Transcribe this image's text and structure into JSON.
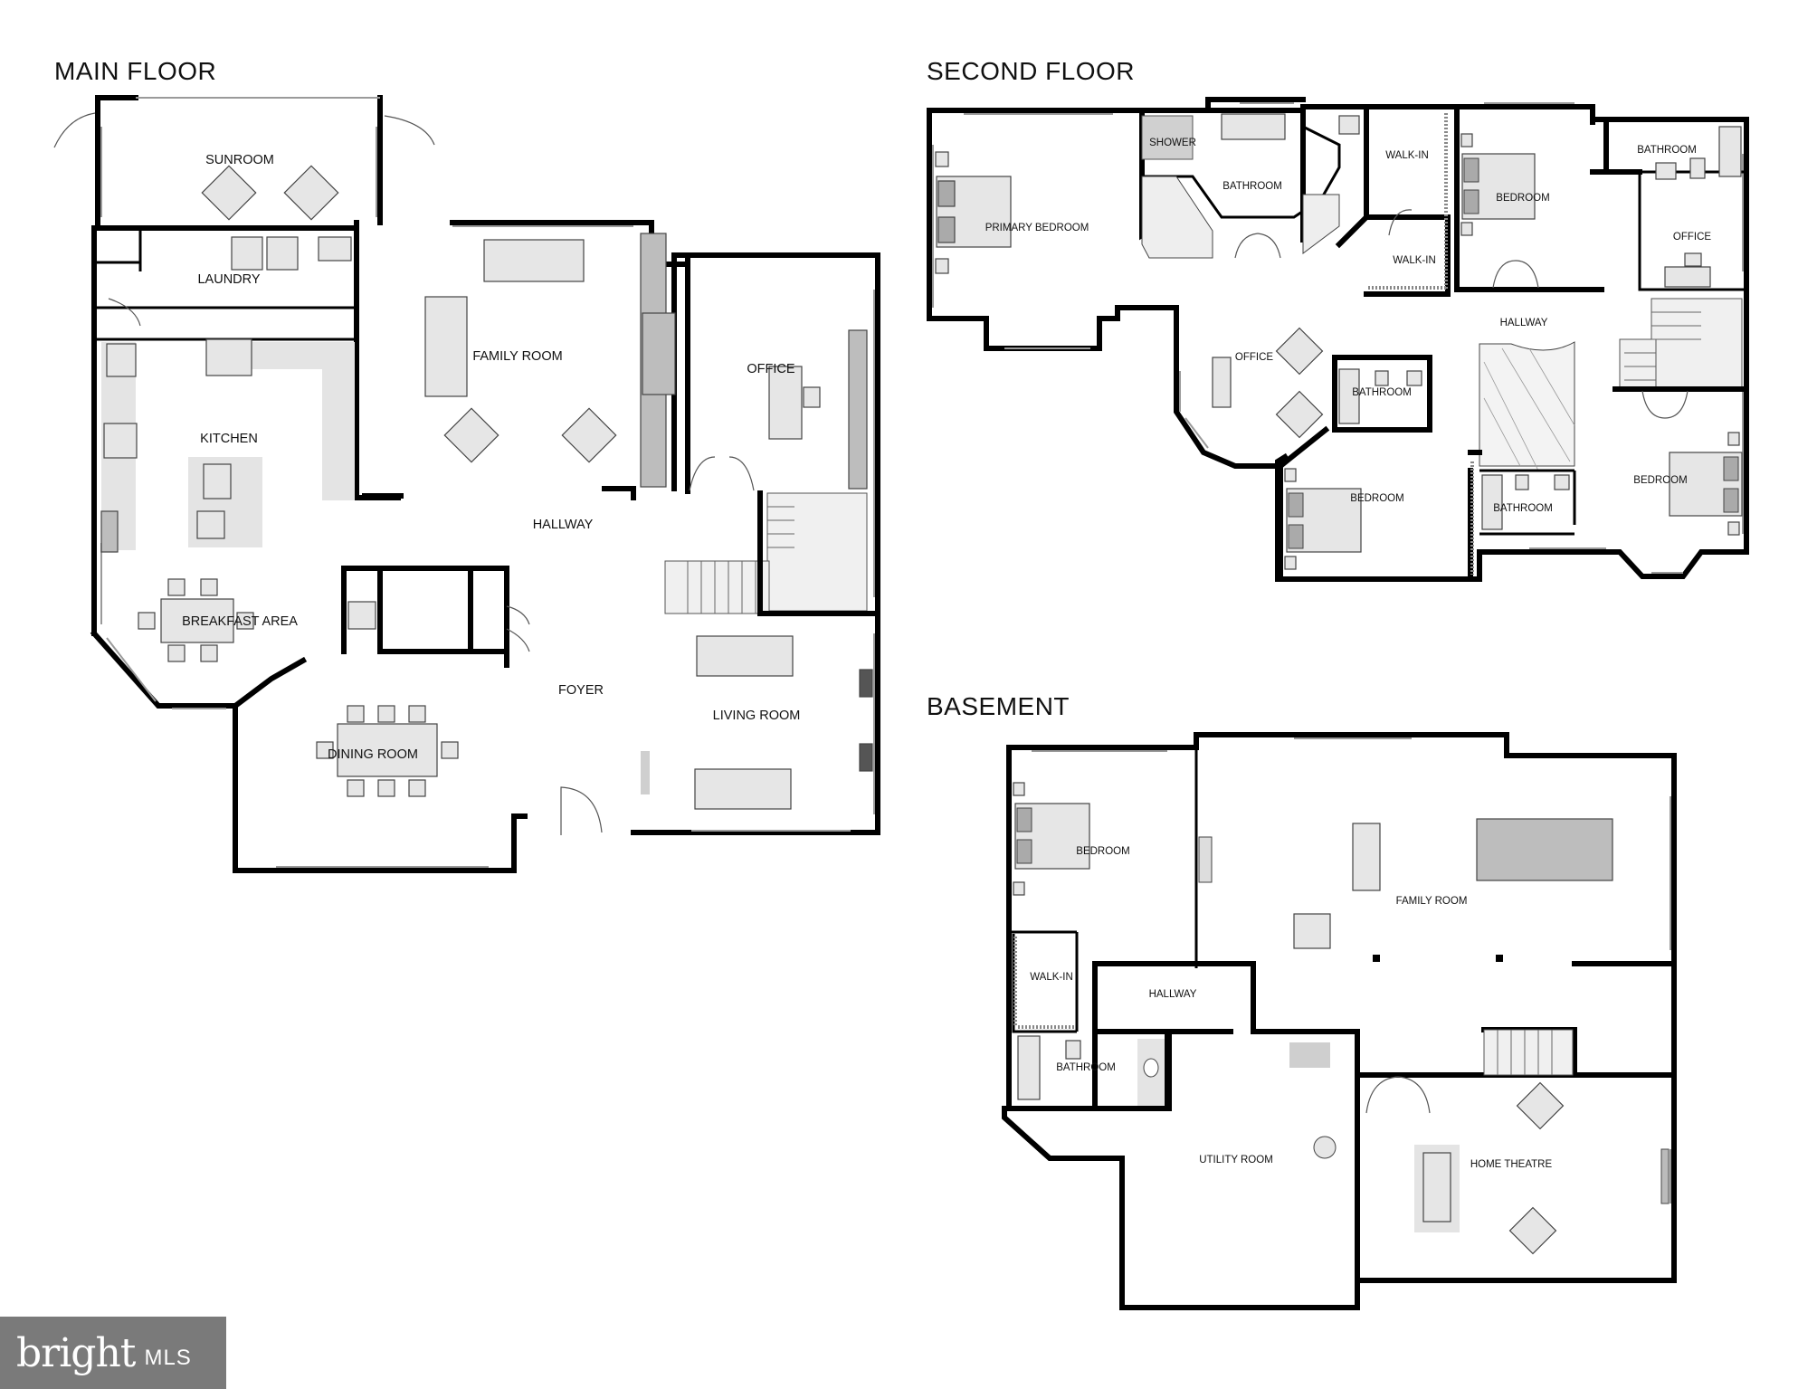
{
  "floors": {
    "main": {
      "title": "MAIN FLOOR",
      "rooms": {
        "sunroom": "SUNROOM",
        "laundry": "LAUNDRY",
        "family_room": "FAMILY ROOM",
        "office": "OFFICE",
        "kitchen": "KITCHEN",
        "hallway": "HALLWAY",
        "breakfast_area": "BREAKFAST AREA",
        "foyer": "FOYER",
        "living_room": "LIVING ROOM",
        "dining_room": "DINING ROOM"
      }
    },
    "second": {
      "title": "SECOND FLOOR",
      "rooms": {
        "shower": "SHOWER",
        "bathroom_primary": "BATHROOM",
        "walk_in_1": "WALK-IN",
        "bedroom_1": "BEDROOM",
        "bathroom_top_right": "BATHROOM",
        "primary_bedroom": "PRIMARY BEDROOM",
        "walk_in_2": "WALK-IN",
        "office_right": "OFFICE",
        "hallway": "HALLWAY",
        "office_center": "OFFICE",
        "bathroom_center": "BATHROOM",
        "bedroom_right": "BEDROOM",
        "bedroom_bottom": "BEDROOM",
        "bathroom_bottom": "BATHROOM"
      }
    },
    "basement": {
      "title": "BASEMENT",
      "rooms": {
        "bedroom": "BEDROOM",
        "family_room": "FAMILY ROOM",
        "walk_in": "WALK-IN",
        "hallway": "HALLWAY",
        "bathroom": "BATHROOM",
        "utility_room": "UTILITY ROOM",
        "home_theatre": "HOME THEATRE"
      }
    }
  },
  "branding": {
    "logo_word": "bright",
    "logo_suffix": "MLS"
  },
  "colors": {
    "wall": "#000000",
    "furniture_fill": "#e6e6e6",
    "counter_fill": "#e4e4e4",
    "logo_bg": "#7a7a7a"
  }
}
